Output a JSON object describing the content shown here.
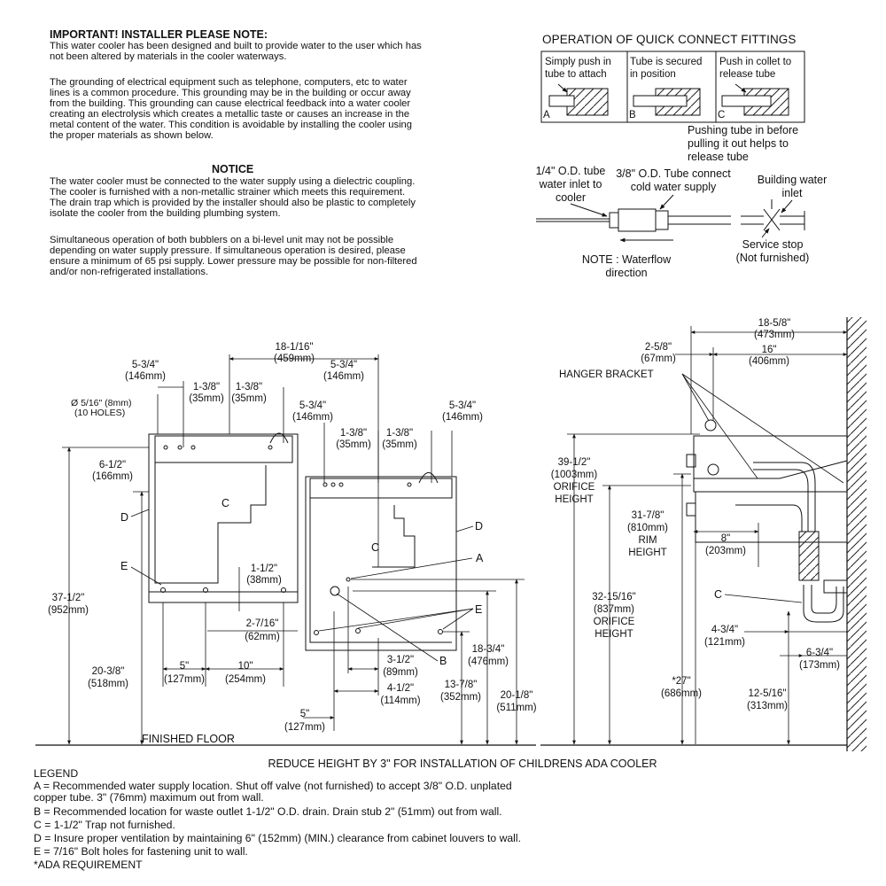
{
  "important": {
    "heading": "IMPORTANT!   INSTALLER PLEASE NOTE:",
    "para1": "This water cooler has been designed and built to provide water to the user which has\nnot been altered by materials in the cooler waterways.",
    "para2": "The grounding of electrical equipment such as telephone, computers, etc to water\nlines is a common procedure.  This grounding may be in the building or occur away\nfrom the building.  This grounding can cause electrical feedback into a water cooler\ncreating an electrolysis which creates a metallic taste or causes an increase in the\nmetal content of the water.  This condition is avoidable by installing the cooler using\nthe proper materials as shown below."
  },
  "notice": {
    "heading": "NOTICE",
    "para1": "The water cooler must be connected to the water supply using a dielectric coupling.\nThe cooler is furnished with a non-metallic strainer which meets this requirement.\nThe drain trap which is provided by the installer should also be plastic to completely\nisolate the cooler from the building plumbing system.",
    "para2": "Simultaneous operation of both bubblers on a bi-level unit may not be possible\ndepending on water supply pressure. If simultaneous operation is desired, please\nensure a minimum of 65 psi supply. Lower pressure may be possible for non-filtered\nand/or non-refrigerated installations."
  },
  "quick_connect": {
    "title": "OPERATION OF QUICK CONNECT FITTINGS",
    "panels": [
      {
        "text1": "Simply push in",
        "text2": "tube to attach",
        "letter": "A"
      },
      {
        "text1": "Tube is secured",
        "text2": "in position",
        "letter": "B"
      },
      {
        "text1": "Push in collet to",
        "text2": "release tube",
        "letter": "C"
      }
    ],
    "pushing_note": [
      "Pushing tube in before",
      "pulling it out helps to",
      "release tube"
    ],
    "label_quarter_tube": [
      "1/4\" O.D. tube",
      "water inlet to",
      "cooler"
    ],
    "label_three_eighth_tube": [
      "3/8\" O.D. Tube connect",
      "cold water supply"
    ],
    "label_building_inlet": [
      "Building water",
      "inlet"
    ],
    "label_service_stop": [
      "Service stop",
      "(Not furnished)"
    ],
    "label_waterflow": [
      "NOTE : Waterflow",
      "direction"
    ]
  },
  "front_view": {
    "dims": {
      "d_18_1_16": [
        "18-1/16\"",
        "(459mm)"
      ],
      "d_5_3_4_a": [
        "5-3/4\"",
        "(146mm)"
      ],
      "d_5_3_4_b": [
        "5-3/4\"",
        "(146mm)"
      ],
      "d_5_3_4_c": [
        "5-3/4\"",
        "(146mm)"
      ],
      "d_5_3_4_d": [
        "5-3/4\"",
        "(146mm)"
      ],
      "d_1_3_8_a": [
        "1-3/8\"",
        "(35mm)"
      ],
      "d_1_3_8_b": [
        "1-3/8\"",
        "(35mm)"
      ],
      "d_1_3_8_c": [
        "1-3/8\"",
        "(35mm)"
      ],
      "d_1_3_8_d": [
        "1-3/8\"",
        "(35mm)"
      ],
      "d_holes": [
        "Ø 5/16\" (8mm)",
        "(10 HOLES)"
      ],
      "d_6_1_2": [
        "6-1/2\"",
        "(166mm)"
      ],
      "d_1_1_2": [
        "1-1/2\"",
        "(38mm)"
      ],
      "d_2_7_16": [
        "2-7/16\"",
        "(62mm)"
      ],
      "d_37_1_2": [
        "37-1/2\"",
        "(952mm)"
      ],
      "d_20_3_8": [
        "20-3/8\"",
        "(518mm)"
      ],
      "d_5_a": [
        "5\"",
        "(127mm)"
      ],
      "d_10": [
        "10\"",
        "(254mm)"
      ],
      "d_5_b": [
        "5\"",
        "(127mm)"
      ],
      "d_3_1_2": [
        "3-1/2\"",
        "(89mm)"
      ],
      "d_4_1_2": [
        "4-1/2\"",
        "(114mm)"
      ],
      "d_18_3_4": [
        "18-3/4\"",
        "(476mm)"
      ],
      "d_13_7_8": [
        "13-7/8\"",
        "(352mm)"
      ],
      "d_20_1_8": [
        "20-1/8\"",
        "(511mm)"
      ]
    },
    "letters": {
      "c1": "C",
      "c2": "C",
      "d1": "D",
      "d2": "D",
      "e1": "E",
      "e2": "E",
      "a": "A",
      "b": "B"
    },
    "finished_floor": "FINISHED FLOOR"
  },
  "side_view": {
    "dims": {
      "d_18_5_8": [
        "18-5/8\"",
        "(473mm)"
      ],
      "d_2_5_8": [
        "2-5/8\"",
        "(67mm)"
      ],
      "d_16": [
        "16\"",
        "(406mm)"
      ],
      "d_39_1_2": [
        "39-1/2\"",
        "(1003mm)",
        "ORIFICE",
        "HEIGHT"
      ],
      "d_31_7_8": [
        "31-7/8\"",
        "(810mm)",
        "RIM",
        "HEIGHT"
      ],
      "d_8": [
        "8\"",
        "(203mm)"
      ],
      "d_32_15_16": [
        "32-15/16\"",
        "(837mm)",
        "ORIFICE",
        "HEIGHT"
      ],
      "d_4_3_4": [
        "4-3/4\"",
        "(121mm)"
      ],
      "d_6_3_4": [
        "6-3/4\"",
        "(173mm)"
      ],
      "d_27": [
        "*27\"",
        "(686mm)"
      ],
      "d_12_5_16": [
        "12-5/16\"",
        "(313mm)"
      ]
    },
    "hanger_bracket": "HANGER BRACKET",
    "letter_c": "C"
  },
  "reduce_note": "REDUCE HEIGHT BY 3\" FOR INSTALLATION OF CHILDRENS ADA COOLER",
  "legend": {
    "title": "LEGEND",
    "items": [
      "A = Recommended water supply location. Shut off valve (not furnished) to accept 3/8\" O.D. unplated\n      copper tube. 3\" (76mm) maximum out from wall.",
      "B = Recommended location for waste outlet 1-1/2\" O.D. drain. Drain stub 2\" (51mm) out from wall.",
      "C = 1-1/2\" Trap not furnished.",
      "D = Insure proper ventilation by maintaining 6\" (152mm) (MIN.) clearance from cabinet louvers to wall.",
      "E = 7/16\" Bolt holes for fastening unit to wall."
    ],
    "ada": "*ADA REQUIREMENT"
  }
}
